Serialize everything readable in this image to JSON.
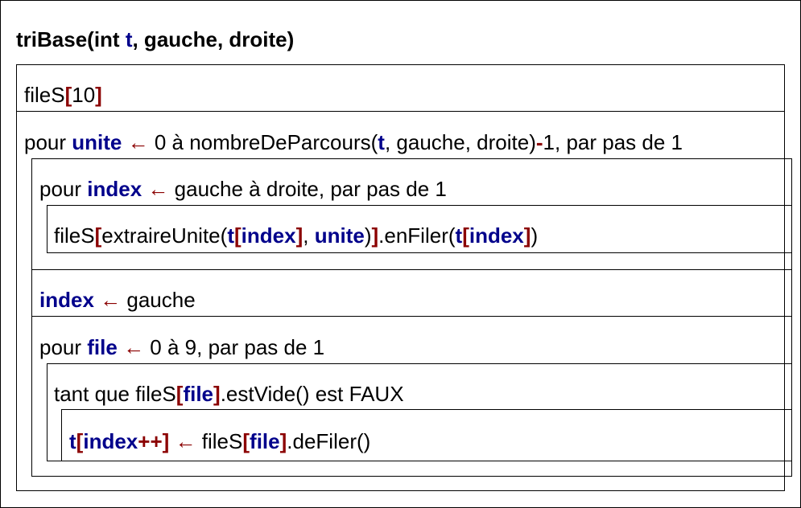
{
  "colors": {
    "variable": "#00008b",
    "bracket": "#8b0000",
    "text": "#000000",
    "border": "#000000"
  },
  "l1": {
    "p1": "triBase(int ",
    "p2": "t",
    "p3": ", gauche, droite)"
  },
  "l2": {
    "p1": "fileS",
    "b1": "[",
    "p2": "10",
    "b2": "]"
  },
  "l3": {
    "p1": "pour ",
    "v1": "unite",
    "sp1": " ",
    "arrow": "←",
    "p2": " 0 à nombreDeParcours(",
    "v2": "t",
    "p3": ", gauche, droite)",
    "op": "-",
    "p4": "1, par pas de 1"
  },
  "l4": {
    "p1": "pour ",
    "v1": "index",
    "sp1": " ",
    "arrow": "←",
    "p2": " gauche à droite, par pas de 1"
  },
  "l5": {
    "p1": "fileS",
    "b1": "[",
    "p2": "extraireUnite(",
    "v1": "t",
    "b2": "[",
    "v2": "index",
    "b3": "]",
    "p3": ", ",
    "v3": "unite",
    "p4": ")",
    "b4": "]",
    "p5": ".enFiler(",
    "v4": "t",
    "b5": "[",
    "v5": "index",
    "b6": "]",
    "p6": ")"
  },
  "l6": {
    "v1": "index",
    "sp1": " ",
    "arrow": "←",
    "p1": " gauche"
  },
  "l7": {
    "p1": "pour ",
    "v1": "file",
    "sp1": " ",
    "arrow": "←",
    "p2": " 0 à 9, par pas de 1"
  },
  "l8": {
    "p1": "tant que fileS",
    "b1": "[",
    "v1": "file",
    "b2": "]",
    "p2": ".estVide() est FAUX"
  },
  "l9": {
    "v1": "t",
    "b1": "[",
    "v2": "index",
    "op": "++",
    "b2": "]",
    "sp1": " ",
    "arrow": "←",
    "p1": " fileS",
    "b3": "[",
    "v3": "file",
    "b4": "]",
    "p2": ".deFiler()"
  }
}
